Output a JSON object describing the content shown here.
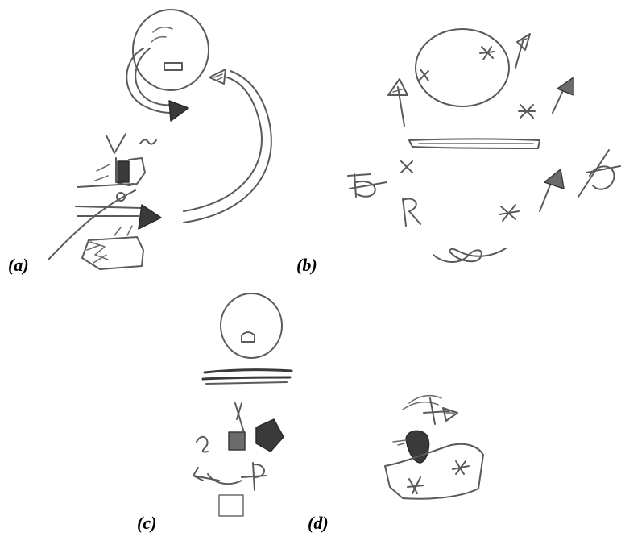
{
  "figure": {
    "panels": [
      {
        "id": "a",
        "label": "(a)"
      },
      {
        "id": "b",
        "label": "(b)"
      },
      {
        "id": "c",
        "label": "(c)"
      },
      {
        "id": "d",
        "label": "(d)"
      }
    ]
  },
  "colors": {
    "background": "#ffffff",
    "ink": "#5a5a5a",
    "label": "#000000"
  }
}
